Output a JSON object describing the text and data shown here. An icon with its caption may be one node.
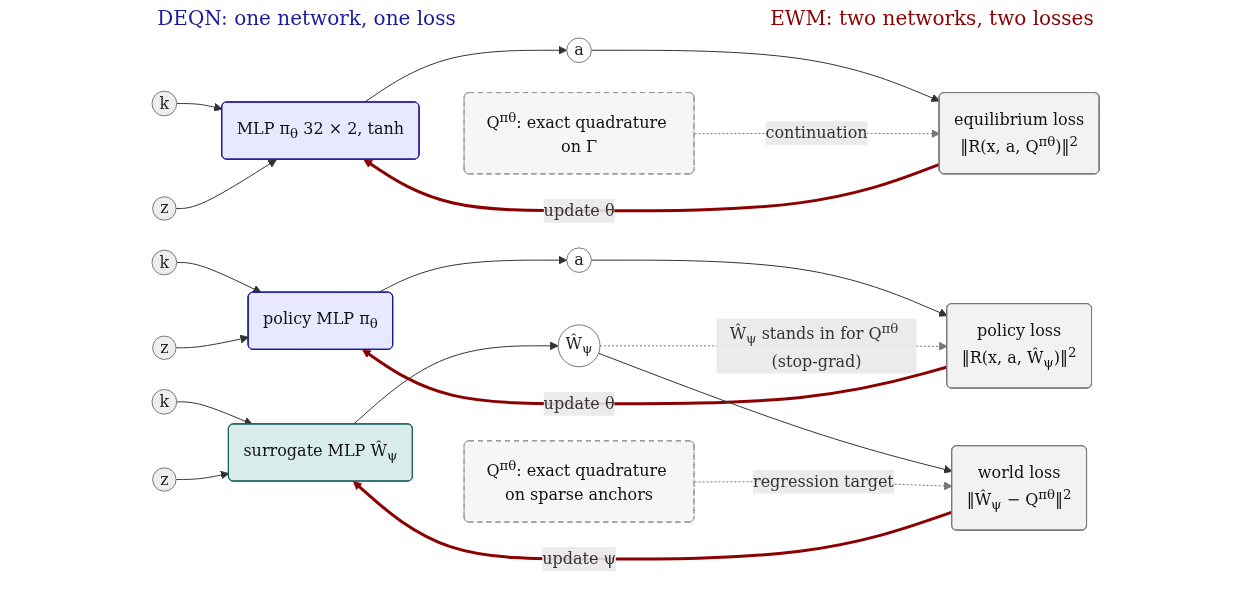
{
  "diagram": {
    "nodes": [
      {
        "text": [
          "k"
        ]
      },
      {
        "text": [
          "z"
        ]
      },
      {
        "text": [
          "MLP π$_{θ}$ 32 × 2, tanh"
        ]
      },
      {
        "text": [
          "a"
        ]
      },
      {
        "text": [
          "equilibrium loss",
          "‖R(x, a, Q$^{πθ}$)‖$^{2}$"
        ]
      },
      {
        "text": [
          "Q$^{πθ}$: exact quadrature on Γ"
        ]
      },
      {
        "text": [
          "k"
        ]
      },
      {
        "text": [
          "z"
        ]
      },
      {
        "text": [
          "policy MLP π$_{θ}$"
        ]
      },
      {
        "text": [
          "a"
        ]
      },
      {
        "text": [
          "policy loss",
          "‖R(x, a, Ŵ$_{ψ}$)‖$^{2}$"
        ]
      },
      {
        "text": [
          "k"
        ]
      },
      {
        "text": [
          "z"
        ]
      },
      {
        "text": [
          "surrogate MLP Ŵ$_{ψ}$"
        ]
      },
      {
        "text": [
          "Ŵ$_{ψ}$"
        ]
      },
      {
        "text": [
          "world loss",
          "‖Ŵ$_{ψ}$ − Q$^{πθ}$‖$^{2}$"
        ]
      },
      {
        "text": [
          "Q$^{πθ}$: exact quadrature on sparse anchors"
        ]
      }
    ],
    "edges": [
      {
        "from": 0,
        "to": 2,
        "arrow": "to"
      },
      {
        "from": 1,
        "to": 2,
        "arrow": "to"
      },
      {
        "from": 2,
        "to": 3,
        "arrow": "to"
      },
      {
        "from": 3,
        "to": 4,
        "arrow": "to"
      },
      {
        "from": 4,
        "to": 2,
        "arrow": "to",
        "label": "update θ",
        "style": "thick",
        "color": "#8b0000"
      },
      {
        "from": 5,
        "to": 4,
        "arrow": "to",
        "label": "continuation",
        "style": "dashed",
        "color": "#777777"
      },
      {
        "from": 6,
        "to": 8,
        "arrow": "to"
      },
      {
        "from": 7,
        "to": 8,
        "arrow": "to"
      },
      {
        "from": 8,
        "to": 9,
        "arrow": "to"
      },
      {
        "from": 9,
        "to": 10,
        "arrow": "to"
      },
      {
        "from": 10,
        "to": 8,
        "arrow": "to",
        "label": "update θ",
        "style": "thick",
        "color": "#8b0000"
      },
      {
        "from": 11,
        "to": 13,
        "arrow": "to"
      },
      {
        "from": 12,
        "to": 13,
        "arrow": "to"
      },
      {
        "from": 13,
        "to": 14,
        "arrow": "to"
      },
      {
        "from": 14,
        "to": 15,
        "arrow": "to"
      },
      {
        "from": 14,
        "to": 10,
        "arrow": "to",
        "label": "Ŵ$_{ψ}$ stands in for Q$^{πθ}$ (stop-grad)",
        "style": "dashed",
        "color": "#777777"
      },
      {
        "from": 15,
        "to": 13,
        "arrow": "to",
        "label": "update ψ",
        "style": "thick",
        "color": "#8b0000"
      },
      {
        "from": 16,
        "to": 15,
        "arrow": "to",
        "label": "regression target",
        "style": "dashed",
        "color": "#777777"
      }
    ],
    "labels": [
      "DEQN: one network, one loss",
      "EWM: two networks, two losses"
    ]
  }
}
